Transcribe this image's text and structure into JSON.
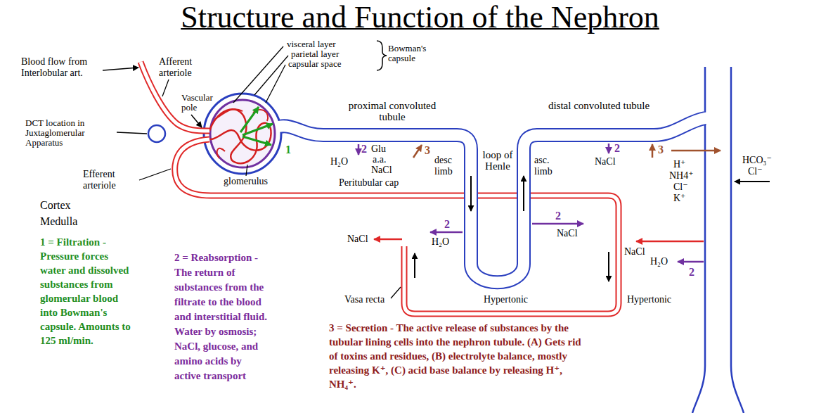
{
  "diagram": {
    "title": "Structure and Function of the Nephron",
    "labels": [
      "Blood flow from Interlobular art.",
      "Afferent arteriole",
      "visceral layer",
      "parietal layer",
      "capsular space",
      "Bowman's capsule",
      "Vascular pole",
      "DCT location in Juxtaglomerular Apparatus",
      "Efferent arteriole",
      "glomerulus",
      "proximal convoluted tubule",
      "1",
      "2",
      "Glu",
      "H₂O",
      "a.a.",
      "NaCl",
      "3",
      "desc limb",
      "loop of Henle",
      "asc. limb",
      "Peritubular cap",
      "distal convoluted tubule",
      "2",
      "NaCl",
      "3",
      "H⁺",
      "NH4⁺",
      "Cl⁻",
      "K⁺",
      "HCO₃⁻",
      "Cl⁻",
      "Cortex",
      "Medulla",
      "NaCl",
      "2",
      "H₂O",
      "2",
      "NaCl",
      "NaCl",
      "H₂O",
      "2",
      "Vasa recta",
      "Hypertonic",
      "Hypertonic",
      "1 = Filtration - Pressure forces water and dissolved substances from glomerular blood into Bowman's capsule. Amounts to 125 ml/min.",
      "2 = Reabsorption - The return of substances from the filtrate to the blood and interstitial fluid. Water by osmosis; NaCl, glucose, and amino acids by active transport",
      "3 = Secretion - The active release of substances by the tubular lining cells into the nephron tubule. (A) Gets rid of toxins and residues, (B) electrolyte balance, mostly releasing K⁺, (C) acid base balance by releasing H⁺, NH₄⁺."
    ]
  }
}
